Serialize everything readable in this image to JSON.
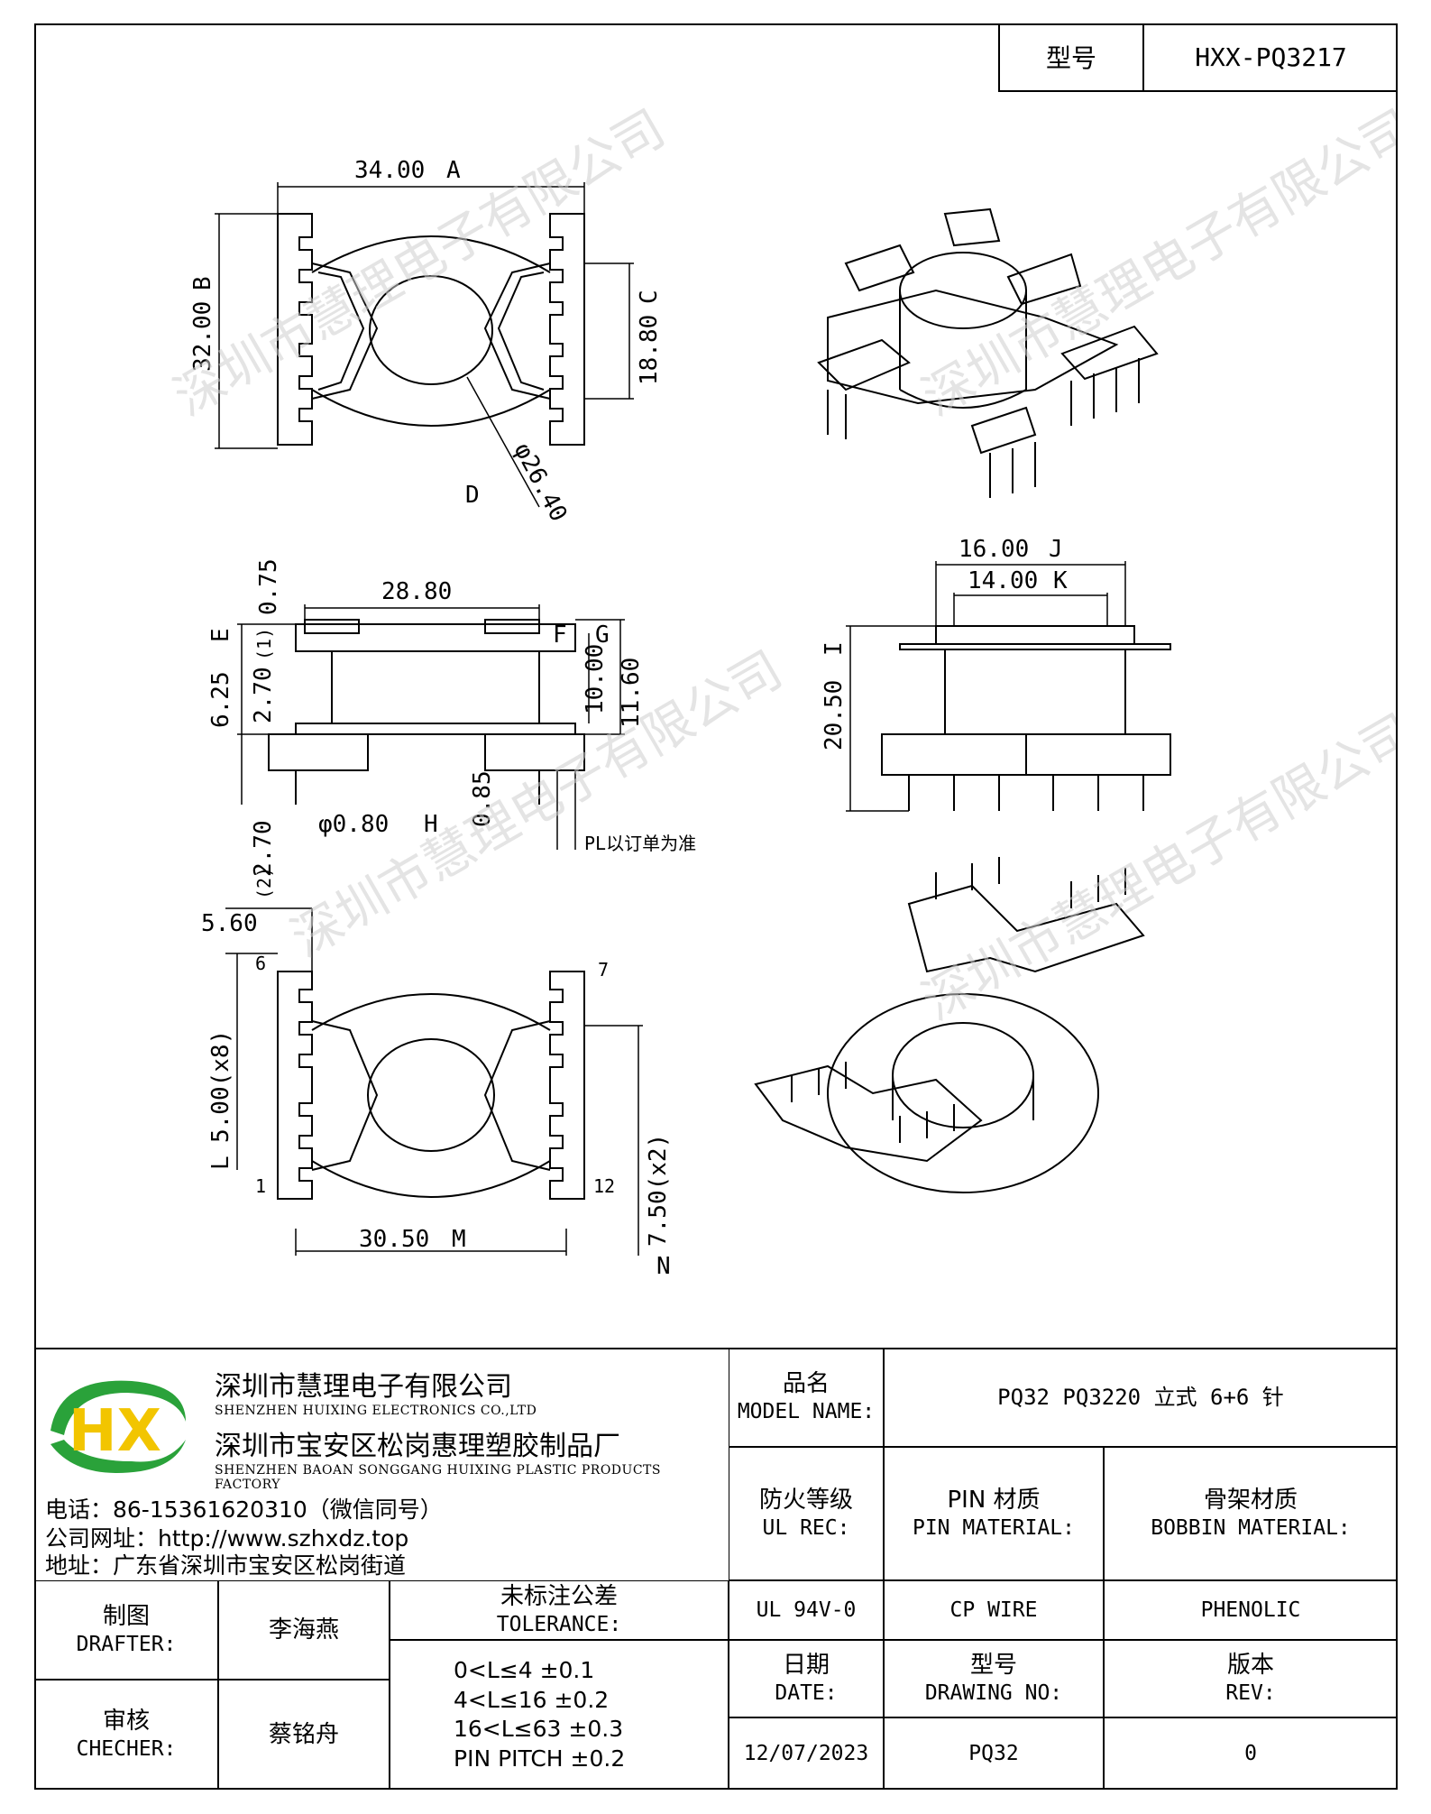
{
  "header": {
    "model_label": "型号",
    "model_value": "HXX-PQ3217"
  },
  "dimensions": {
    "a": "34.00",
    "a_tag": "A",
    "b": "32.00",
    "b_tag": "B",
    "c": "18.80",
    "c_tag": "C",
    "d": "φ26.40",
    "d_tag": "D",
    "e": "6.25",
    "e_tag": "E",
    "f_tag": "F",
    "g_tag": "G",
    "h": "φ0.80",
    "h_tag": "H",
    "i": "20.50",
    "i_tag": "I",
    "j": "16.00",
    "j_tag": "J",
    "k": "14.00",
    "k_tag": "K",
    "l": "5.00(x8)",
    "l_tag": "L",
    "m": "30.50",
    "m_tag": "M",
    "n": "7.50(x2)",
    "n_tag": "N",
    "top_075": "0.75",
    "width_2880": "28.80",
    "h_270_top": "2.70",
    "h_270_top_note": "(1)",
    "h_270_bot": "2.70",
    "h_270_bot_note": "(2)",
    "h_1000": "10.00",
    "h_1160": "11.60",
    "h_085": "0.85",
    "pin_len_note": "PL以订单为准",
    "pin_5_60": "5.60",
    "pin_6": "6",
    "pin_7": "7",
    "pin_1": "1",
    "pin_12": "12"
  },
  "watermark": "深圳市慧理电子有限公司",
  "company": {
    "name_cn": "深圳市慧理电子有限公司",
    "name_en": "SHENZHEN HUIXING ELECTRONICS CO.,LTD",
    "factory_cn": "深圳市宝安区松岗惠理塑胶制品厂",
    "factory_en": "SHENZHEN BAOAN SONGGANG HUIXING PLASTIC PRODUCTS FACTORY",
    "phone": "电话：86-15361620310（微信同号）",
    "website": "公司网址：http://www.szhxdz.top",
    "address": "地址：广东省深圳市宝安区松岗街道",
    "logo_text": "HX",
    "colors": {
      "green": "#2aa23a",
      "yellow": "#f2c500",
      "dark_green": "#1d7a2a"
    }
  },
  "title_block": {
    "model_name_cn": "品名",
    "model_name_en": "MODEL NAME:",
    "model_name_value": "PQ32 PQ3220 立式 6+6 针",
    "ul_cn": "防火等级",
    "ul_en": "UL REC:",
    "pin_mat_cn": "PIN 材质",
    "pin_mat_en": "PIN MATERIAL:",
    "bobbin_mat_cn": "骨架材质",
    "bobbin_mat_en": "BOBBIN MATERIAL:",
    "ul_value": "UL 94V-0",
    "pin_value": "CP WIRE",
    "bobbin_value": "PHENOLIC",
    "drafter_cn": "制图",
    "drafter_en": "DRAFTER:",
    "drafter_name": "李海燕",
    "checker_cn": "审核",
    "checker_en": "CHECHER:",
    "checker_name": "蔡铭舟",
    "tolerance_cn": "未标注公差",
    "tolerance_en": "TOLERANCE:",
    "tolerance_lines": [
      "0<L≤4   ±0.1",
      "4<L≤16  ±0.2",
      "16<L≤63 ±0.3",
      "PIN PITCH ±0.2"
    ],
    "date_cn": "日期",
    "date_en": "DATE:",
    "date_value": "12/07/2023",
    "drawing_no_cn": "型号",
    "drawing_no_en": "DRAWING NO:",
    "drawing_no_value": "PQ32",
    "rev_cn": "版本",
    "rev_en": "REV:",
    "rev_value": "0"
  }
}
